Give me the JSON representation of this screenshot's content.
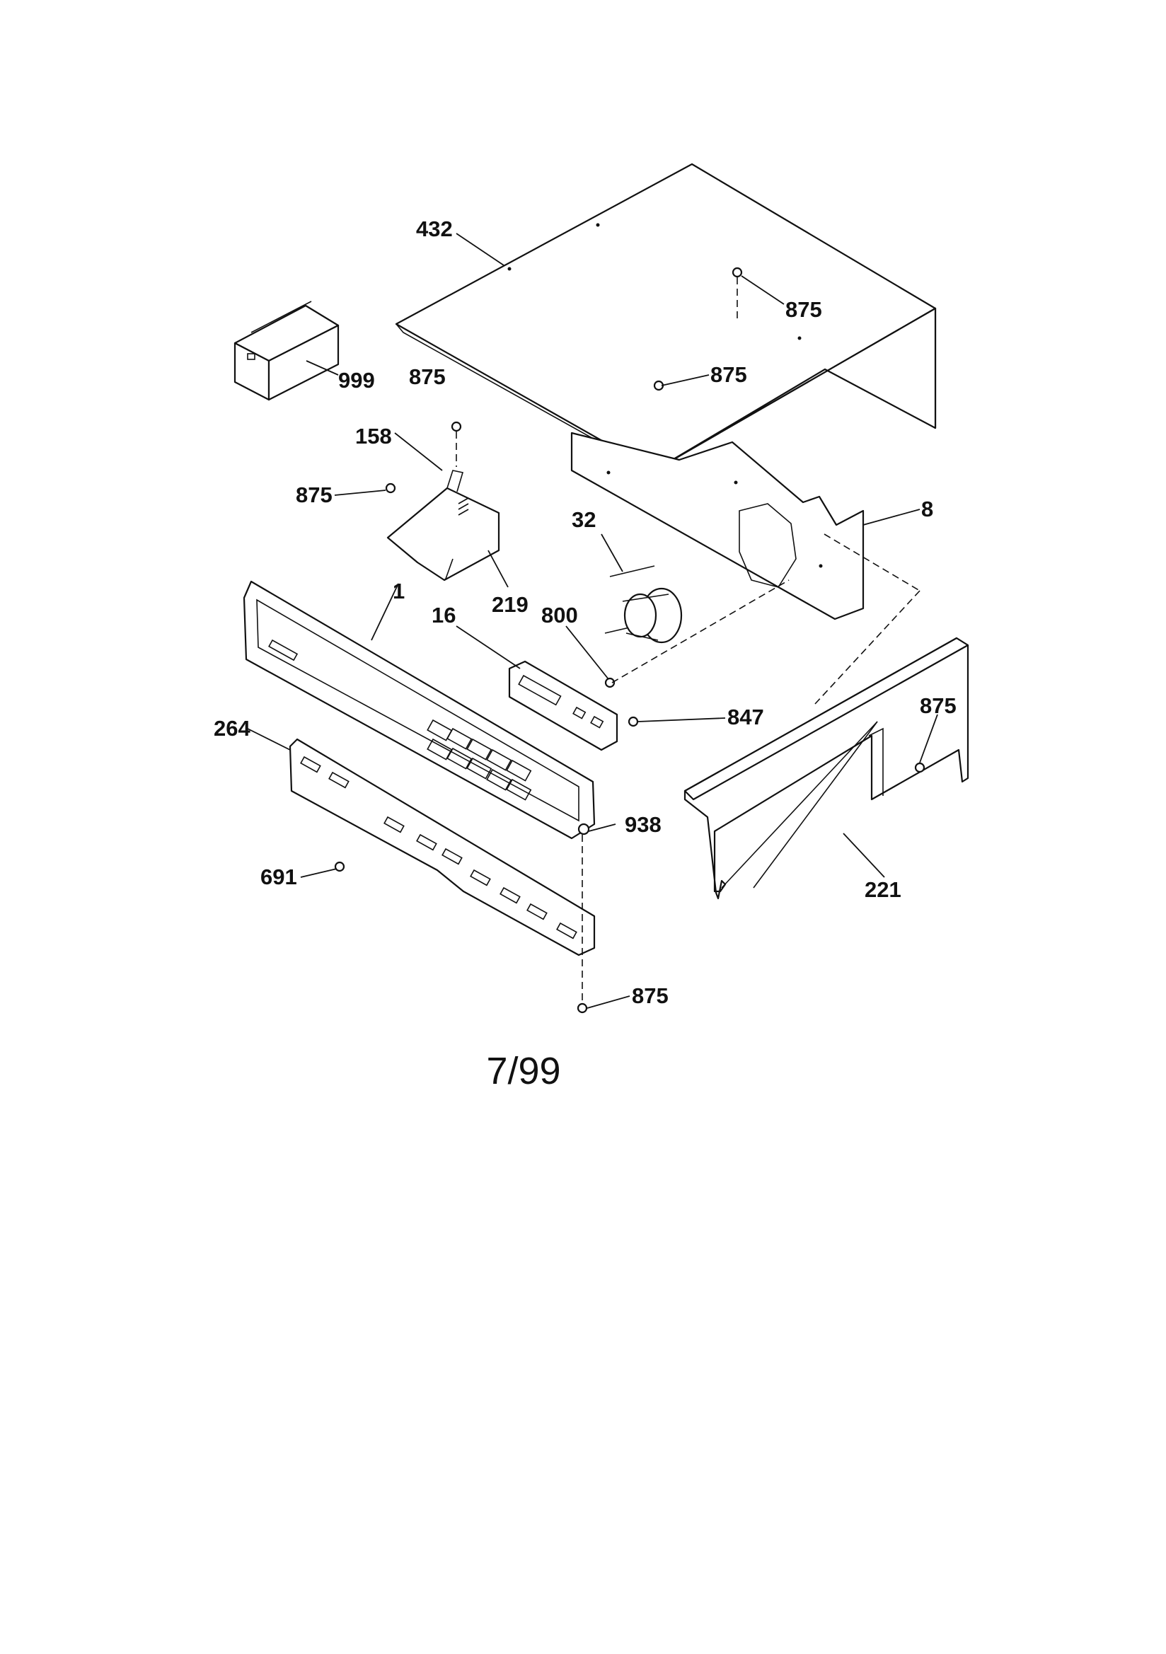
{
  "diagram": {
    "callouts": {
      "p432": "432",
      "p875_top_right": "875",
      "p999": "999",
      "p875_bracket": "875",
      "p875_top_front": "875",
      "p158": "158",
      "p875_left": "875",
      "p8": "8",
      "p32": "32",
      "p219": "219",
      "p1": "1",
      "p16": "16",
      "p800": "800",
      "p875_side": "875",
      "p847": "847",
      "p264": "264",
      "p938": "938",
      "p691": "691",
      "p221": "221",
      "p875_bottom": "875"
    },
    "footer_date": "7/99"
  }
}
